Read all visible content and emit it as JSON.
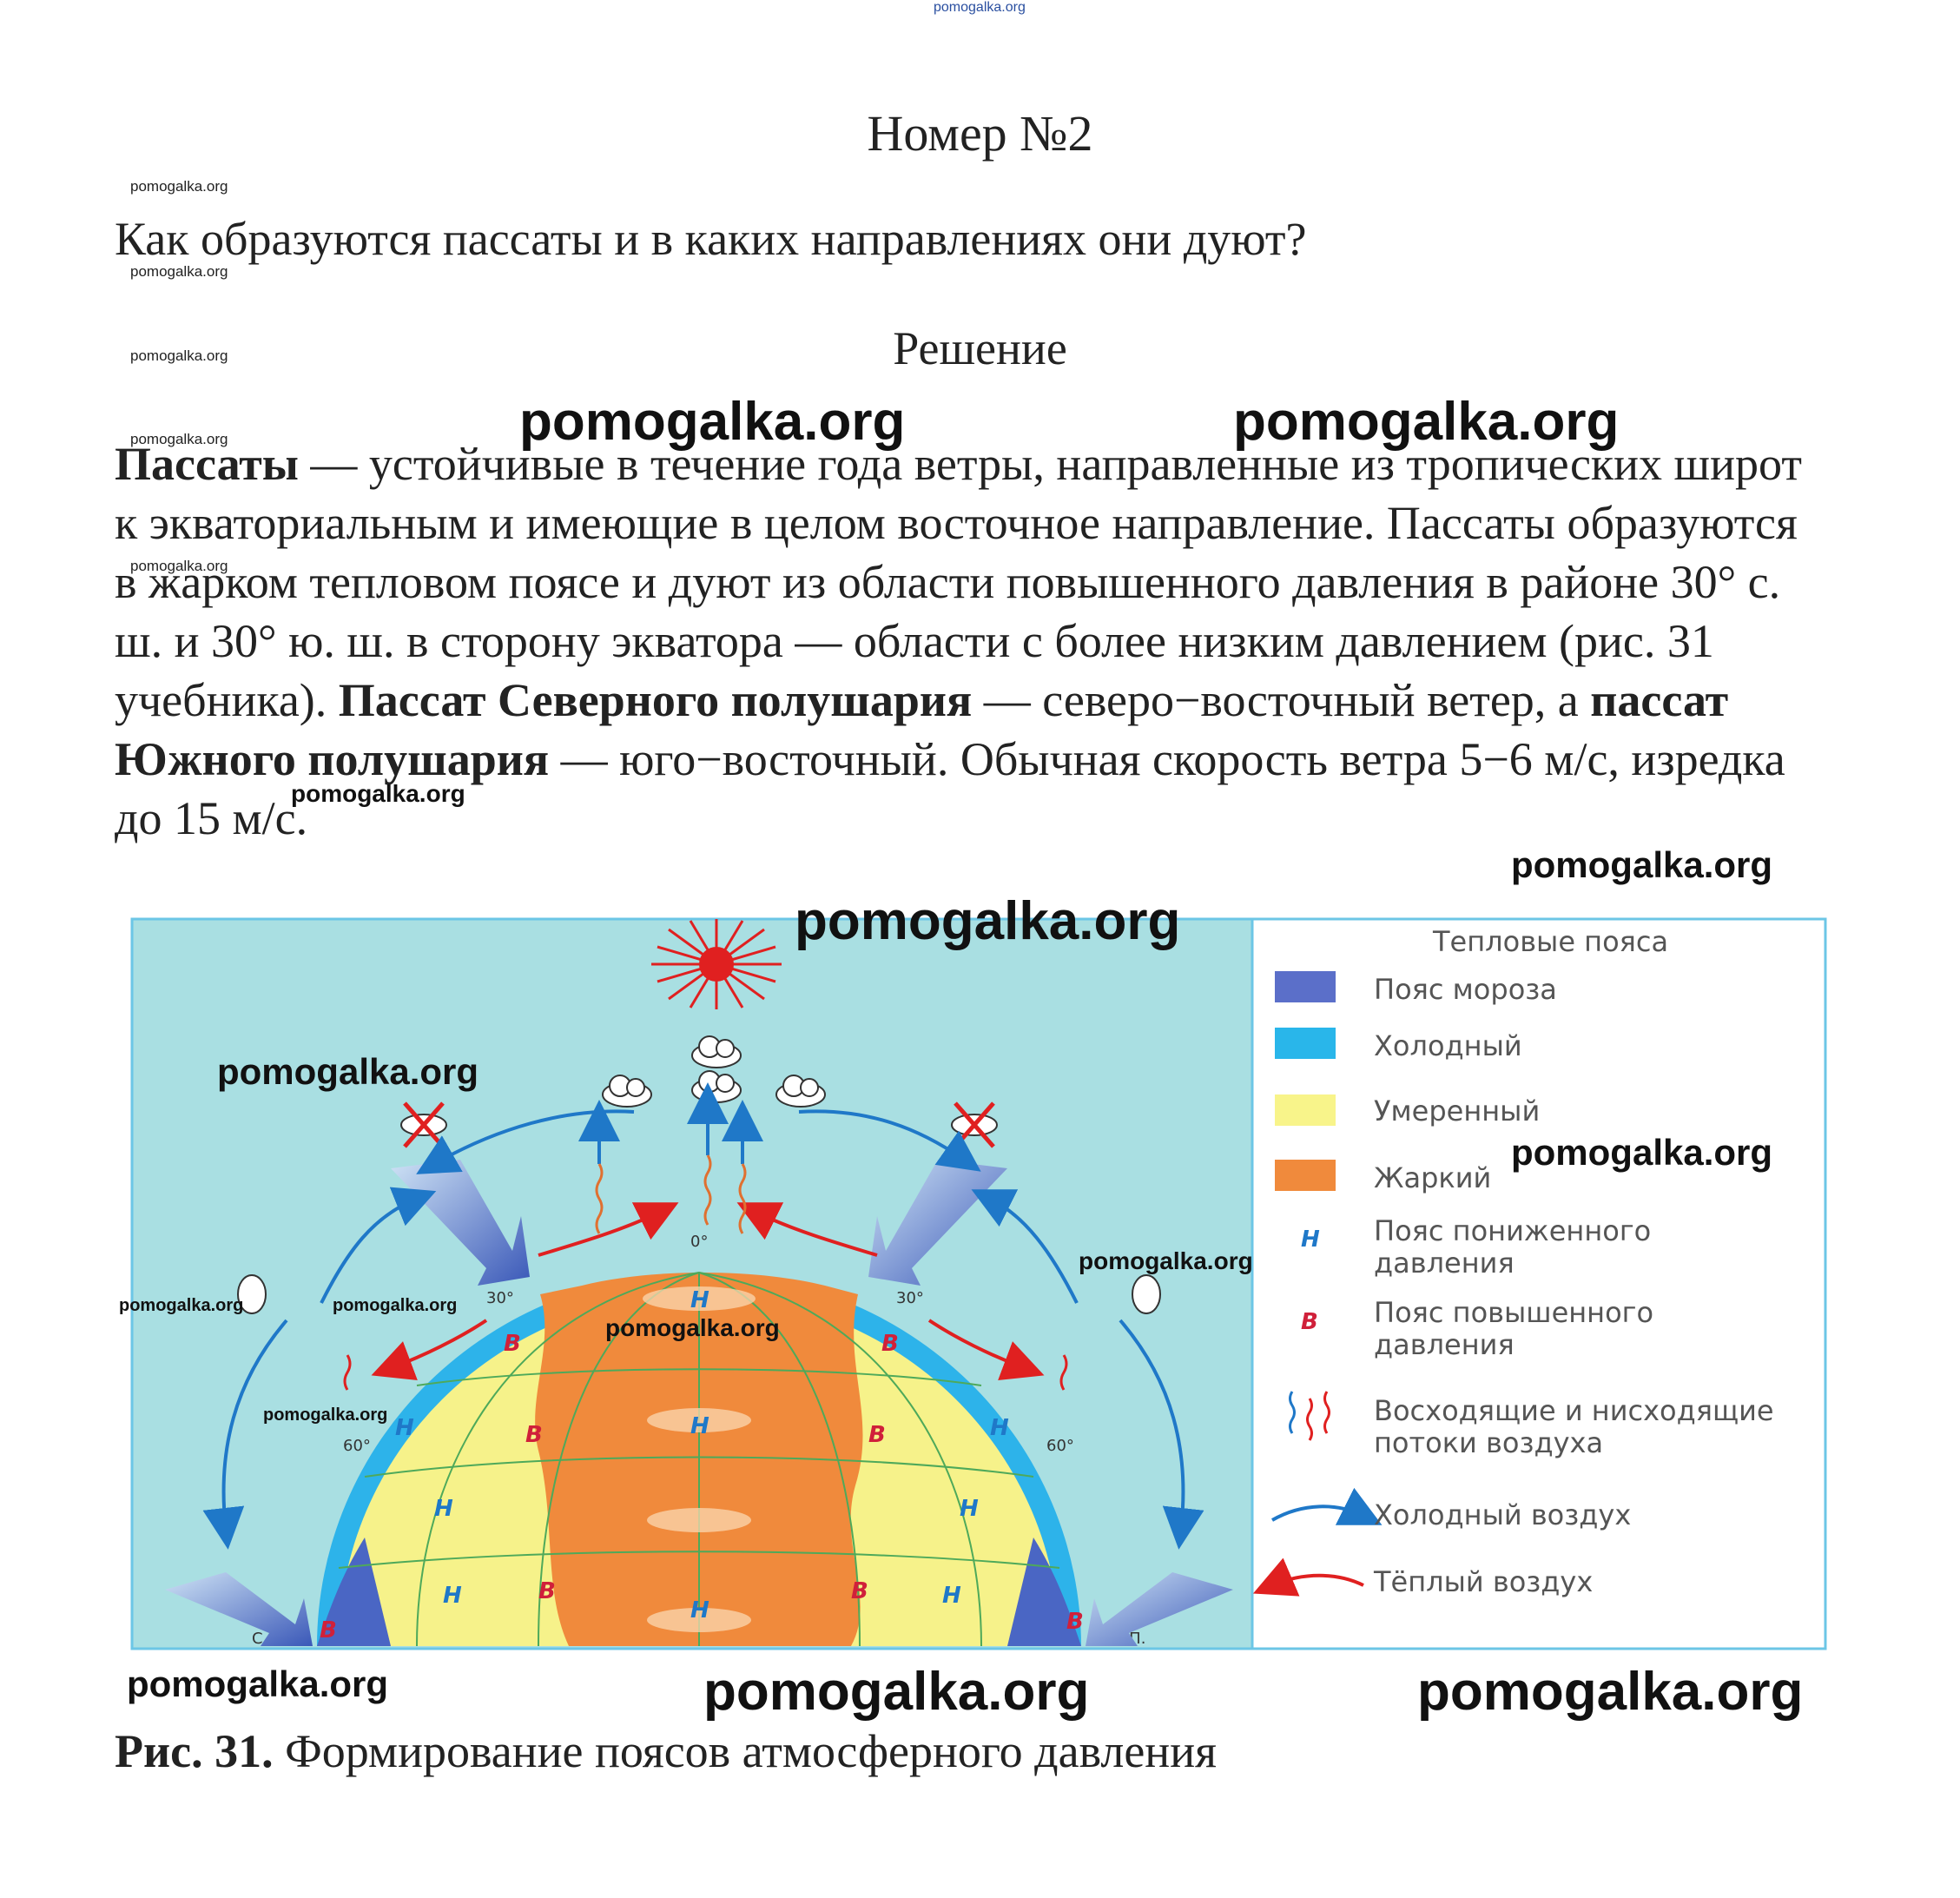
{
  "site": "pomogalka.org",
  "title": "Номер №2",
  "question": "Как образуются пассаты и в каких направлениях они дуют?",
  "solution_heading": "Решение",
  "paragraph": {
    "t1": "Пассаты",
    "t2": " — устойчивые в течение года ветры, направленные из тропических широт к экваториальным и имеющие в целом восточное направление. Пассаты образуются в жарком тепловом поясе и дуют из области повышенного давления в районе 30° с. ш. и 30° ю. ш. в сторону экватора — области с более низким давлением (рис. 31 учебника). ",
    "t3": "Пассат Северного полушария",
    "t4": " — северо−восточный ветер, а ",
    "t5": "пассат Южного полушария",
    "t6": " — юго−восточный. Обычная скорость ветра 5−6 м/с, изредка до 15 м/с."
  },
  "figure": {
    "legend_title": "Тепловые пояса",
    "legend": [
      {
        "label": "Пояс мороза",
        "color": "#5b6fc9"
      },
      {
        "label": "Холодный",
        "color": "#29b6ea"
      },
      {
        "label": "Умеренный",
        "color": "#f8f48a"
      },
      {
        "label": "Жаркий",
        "color": "#f08a3c"
      },
      {
        "label1": "Пояс пониженного",
        "label2": "давления",
        "symbol": "Н"
      },
      {
        "label1": "Пояс повышенного",
        "label2": "давления",
        "symbol": "В"
      },
      {
        "label1": "Восходящие и нисходящие",
        "label2": "потоки воздуха"
      },
      {
        "label": "Холодный воздух",
        "color": "#1f78c8"
      },
      {
        "label": "Тёплый воздух",
        "color": "#e02020"
      }
    ],
    "labels": {
      "equator": "0°",
      "lat30_left": "30°",
      "lat30_right": "30°",
      "lat60_left": "60°",
      "lat60_right": "60°",
      "north_pole": "С.П.",
      "south_pole": "Ю.П.",
      "low": "Н",
      "high": "В"
    }
  },
  "caption": {
    "bold": "Рис. 31.",
    "text": " Формирование поясов атмосферного давления"
  }
}
